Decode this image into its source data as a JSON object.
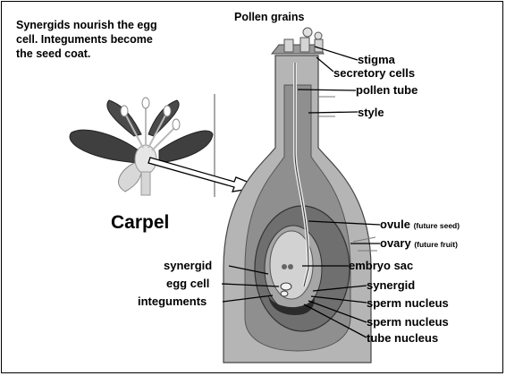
{
  "caption": {
    "line1": "Synergids nourish the egg",
    "line2": "cell.  Integuments become",
    "line3": "the seed coat."
  },
  "pollen_title": "Pollen grains",
  "carpel_title": "Carpel",
  "labels": {
    "stigma": "stigma",
    "secretory": "secretory cells",
    "pollen_tube": "pollen tube",
    "style": "style",
    "ovule": "ovule",
    "ovule_note": "(future seed)",
    "ovary": "ovary",
    "ovary_note": "(future fruit)",
    "embryo_sac": "embryo sac",
    "synergid_right": "synergid",
    "sperm1": "sperm nucleus",
    "sperm2": "sperm nucleus",
    "tube_nucleus": "tube nucleus",
    "synergid_left": "synergid",
    "egg_cell": "egg cell",
    "integuments": "integuments"
  }
}
